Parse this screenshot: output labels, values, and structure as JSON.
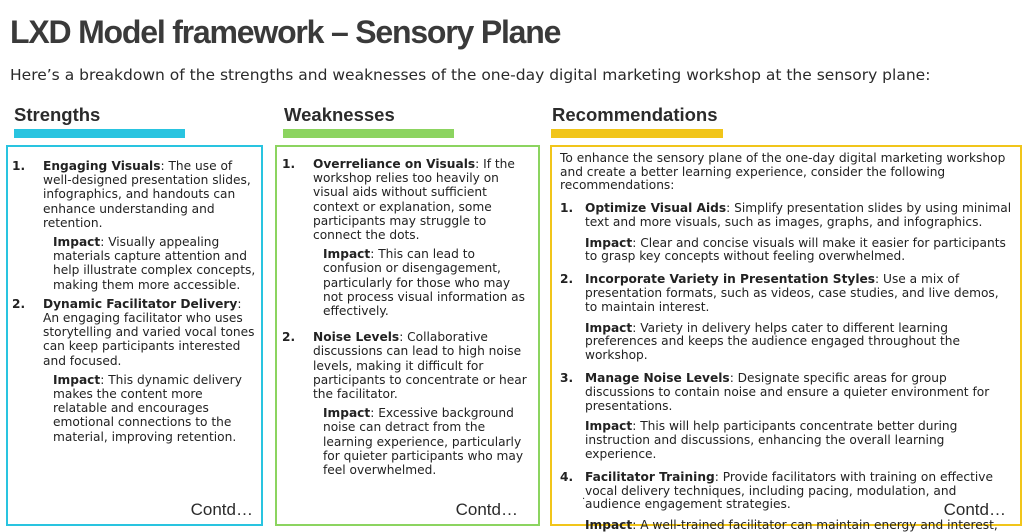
{
  "title": "LXD Model framework – Sensory Plane",
  "subtitle": "Here’s a breakdown of the strengths and weaknesses of the one-day digital marketing workshop at the sensory plane:",
  "colors": {
    "strengths": "#29c4e0",
    "weaknesses": "#8cd460",
    "recommendations": "#f1c51a"
  },
  "strengths": {
    "heading": "Strengths",
    "items": [
      {
        "num": "1.",
        "head": "Engaging Visuals",
        "sep": ":",
        "text": " The use of well-designed presentation slides, infographics, and handouts can enhance understanding and retention.",
        "impact_label": "Impact",
        "impact_text": ": Visually appealing materials capture attention and help illustrate complex concepts, making them more accessible."
      },
      {
        "num": "2.",
        "head": "Dynamic Facilitator Delivery",
        "sep": ":",
        "text": " An engaging facilitator who uses storytelling and varied vocal tones can keep participants interested and focused.",
        "impact_label": "Impact",
        "impact_text": ": This dynamic delivery makes the content more relatable and encourages emotional connections to the material, improving retention."
      }
    ],
    "contd": "Contd…"
  },
  "weaknesses": {
    "heading": "Weaknesses",
    "items": [
      {
        "num": "1.",
        "head": "Overreliance on Visuals",
        "sep": ":",
        "text": " If the workshop relies too heavily on visual aids without sufficient context or explanation, some participants may struggle to connect the dots.",
        "impact_label": "Impact",
        "impact_text": ": This can lead to confusion or disengagement, particularly for those who may not process visual information as effectively."
      },
      {
        "num": "2.",
        "head": "Noise Levels",
        "sep": ":",
        "text": " Collaborative discussions can lead to high noise levels, making it difficult for participants to concentrate or hear the facilitator.",
        "impact_label": "Impact",
        "impact_text": ": Excessive background noise can detract from the learning experience, particularly for quieter participants who may feel overwhelmed."
      }
    ],
    "contd": "Contd…"
  },
  "recommendations": {
    "heading": "Recommendations",
    "intro": "To enhance the sensory plane of the one-day digital marketing workshop and create a better learning experience, consider the following recommendations:",
    "items": [
      {
        "num": "1.",
        "head": "Optimize Visual Aids",
        "sep": ":",
        "text": " Simplify presentation slides by using minimal text and more visuals, such as images, graphs, and infographics.",
        "impact_label": "Impact",
        "impact_text": ": Clear and concise visuals will make it easier for participants to grasp key concepts without feeling overwhelmed."
      },
      {
        "num": "2.",
        "head": "Incorporate Variety in Presentation Styles",
        "sep": ":",
        "text": " Use a mix of presentation formats, such as videos, case studies, and live demos, to maintain interest.",
        "impact_label": "Impact",
        "impact_text": ": Variety in delivery helps cater to different learning preferences and keeps the audience engaged throughout the workshop."
      },
      {
        "num": "3.",
        "head": "Manage Noise Levels",
        "sep": ":",
        "text": " Designate specific areas for group discussions to contain noise and ensure a quieter environment for presentations.",
        "impact_label": "Impact",
        "impact_text": ": This will help participants concentrate better during instruction and discussions, enhancing the overall learning experience."
      },
      {
        "num": "4.",
        "head": "Facilitator Training",
        "sep": ": P",
        "text": "rovide facilitators with training on effective vocal delivery techniques, including pacing, modulation, and audience engagement strategies.",
        "impact_label": "Impact",
        "impact_text": ": A well-trained facilitator can maintain energy and interest, making the learning experience more dynamic and enjoyable."
      }
    ],
    "dot": ".",
    "contd": "Contd…"
  }
}
